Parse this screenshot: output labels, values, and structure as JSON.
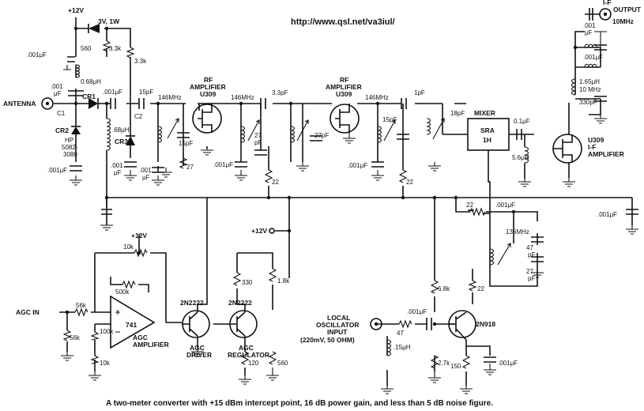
{
  "source_url": "http://www.qsl.net/va3iul/",
  "caption": "A two-meter converter with +15 dBm intercept point, 16 dB power gain, and less than 5 dB noise figure.",
  "sections": {
    "antenna": "ANTENNA",
    "if_output": [
      "I-F",
      "OUTPUT",
      "10MHz"
    ],
    "agc_in": "AGC IN",
    "lo_input": [
      "LOCAL",
      "OSCILLATOR",
      "INPUT",
      "(220mV, 50 OHM)"
    ]
  },
  "supplies": {
    "top": "+12V",
    "mid": "+12V",
    "agc": "+12V",
    "zener": "3V, 1W"
  },
  "actives": {
    "rf_amp_1": [
      "RF",
      "AMPLIFIER",
      "U309"
    ],
    "rf_amp_2": [
      "RF",
      "AMPLIFIER",
      "U309"
    ],
    "if_amp": [
      "U309",
      "I-F",
      "AMPLIFIER"
    ],
    "mixer": [
      "MIXER",
      "SRA",
      "1H"
    ],
    "opamp": "741",
    "agc_amplifier": [
      "AGC",
      "AMPLIFIER"
    ],
    "agc_driver": [
      "2N2222",
      "AGC",
      "DRIVER"
    ],
    "agc_regulator": [
      "2N2222",
      "AGC",
      "REGULATOR"
    ],
    "lo_transistor": "2N918",
    "diodes": [
      "CR1",
      "CR2",
      "CR3"
    ],
    "diode_part": [
      "HP",
      "5082-",
      "3080"
    ]
  },
  "component_labels": {
    "c1": "C1",
    "c2": "C2",
    "r560": "560",
    "r3k3a": "3.3k",
    "r3k3b": "3.3k",
    "c001a": ".001μF",
    "c001b": ".001",
    "c001b2": "μF",
    "l068": "0.68μH",
    "c001c": ".001μF",
    "l68": ".68μH",
    "c15a": "15pF",
    "f146a": "146MHz",
    "c15b": "15pF",
    "c001d": ".001",
    "c001d2": "μF",
    "c001e": ".001",
    "c001e2": "μF",
    "c001f": ".001μF",
    "r27a": "27",
    "f146b": "146MHz",
    "c27a": "27",
    "c27a2": "pF",
    "c001g": ".001μF",
    "r22a": "22",
    "c33": "3.3pF",
    "c27b": "27pF",
    "f146c": "146MHz",
    "c001h": ".001μF",
    "c1p": "1pF",
    "c15c": "15pF",
    "c18": "18pF",
    "r22b": "22",
    "c01": "0.1μF",
    "l56": "5.6μH",
    "c001i": ".001",
    "c001i2": "μF",
    "c001j": ".001μF",
    "l165": "1.65μH",
    "f10": "10 MHz",
    "c330": "330pF",
    "c001k": ".001μF",
    "c001l": ".001μF",
    "r22c": "22",
    "f136": "136MHz",
    "c47": "47",
    "c47b": "pF",
    "c27c": "27",
    "c27c2": "pF",
    "r22d": "22",
    "r6k8": "6.8k",
    "c001m": ".001μF",
    "r47": "47",
    "l15": ".15μH",
    "r2k7": "2.7k",
    "r150": "150",
    "c001n": ".001μF",
    "r10ka": "10k",
    "r500k": "500k",
    "r56ka": "56k",
    "r56kb": "56k",
    "r100k": "100k",
    "r10kb": "10k",
    "r330": "330",
    "r1k8": "1.8k",
    "r120": "120",
    "r560b": "560"
  }
}
